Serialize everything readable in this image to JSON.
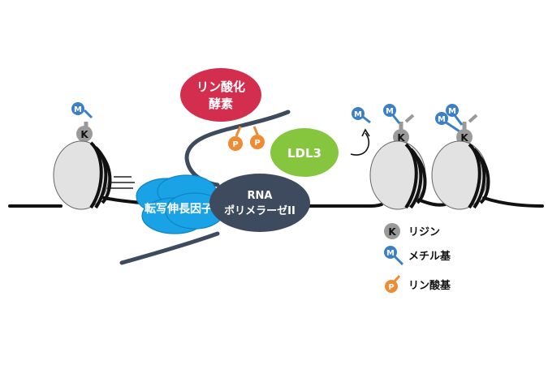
{
  "labels": {
    "kinase_line1": "リン酸化",
    "kinase_line2": "酵素",
    "ldl3": "LDL3",
    "rnapol_line1": "RNA",
    "rnapol_line2": "ポリメラーゼII",
    "elongation_factor": "転写伸長因子"
  },
  "glyphs": {
    "lysine": "K",
    "methyl": "M",
    "phosphate": "P"
  },
  "legend": [
    {
      "symbol": "K",
      "label": "リジン",
      "icon": "lysine-icon"
    },
    {
      "symbol": "M",
      "label": "メチル基",
      "icon": "methyl-icon"
    },
    {
      "symbol": "P",
      "label": "リン酸基",
      "icon": "phosphate-icon"
    }
  ],
  "colors": {
    "kinase": "#d42e4e",
    "ldl3": "#86c63e",
    "rnapol": "#3e4a5e",
    "elongation": "#1aa2e6",
    "methyl": "#3a7fc8",
    "phosphate": "#ef8b33",
    "lysine": "#9a9a9a",
    "dna": "#111111",
    "histone": "#e2e2e2"
  }
}
